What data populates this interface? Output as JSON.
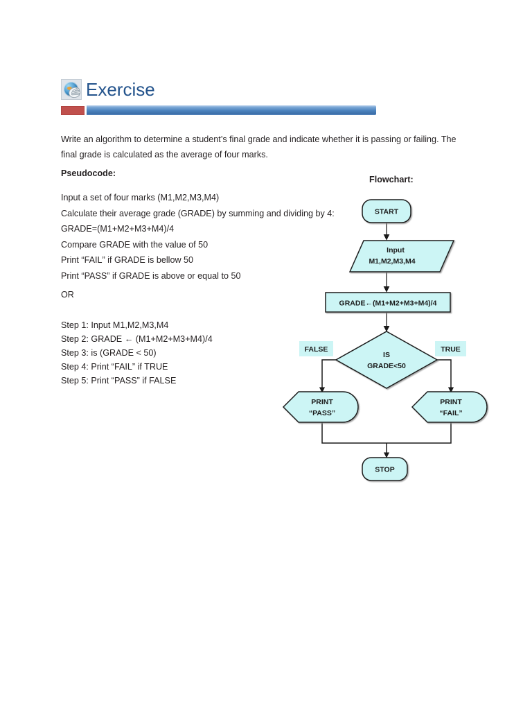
{
  "header": {
    "icon": "globe-hand-icon",
    "title": "Exercise",
    "accent_red": "#C0504D",
    "accent_blue": "#4F81BD",
    "title_color": "#23538C"
  },
  "intro": {
    "paragraph": "Write an algorithm to determine a student’s final grade and indicate whether it is passing or failing. The final grade is calculated as the average of four marks."
  },
  "pseudocode": {
    "label": "Pseudocode:",
    "lines": [
      "Input a set of four marks (M1,M2,M3,M4)",
      "Calculate their average grade (GRADE) by summing and dividing by 4:",
      "GRADE=(M1+M2+M3+M4)/4",
      "Compare GRADE with the value of 50",
      "Print “FAIL” if GRADE is bellow 50",
      "Print “PASS” if GRADE is above or equal to 50"
    ]
  },
  "alternative": {
    "or_label": "OR",
    "steps": [
      "Step 1:  Input M1,M2,M3,M4",
      "Step 2:  GRADE ← (M1+M2+M3+M4)/4",
      "Step 3:  is (GRADE < 50)",
      "Step 4:  Print “FAIL” if TRUE",
      "Step 5:  Print “PASS” if FALSE"
    ]
  },
  "flowchart": {
    "label": "Flowchart:",
    "fill_color": "#CCF5F5",
    "stroke_color": "#1A1A1A",
    "nodes": {
      "start": {
        "type": "terminator",
        "text": "START"
      },
      "input": {
        "type": "parallelogram",
        "line1": "Input",
        "line2": "M1,M2,M3,M4"
      },
      "process": {
        "type": "process",
        "text": "GRADE←(M1+M2+M3+M4)/4"
      },
      "decision": {
        "type": "decision",
        "line1": "IS",
        "line2": "GRADE<50"
      },
      "print_pass": {
        "type": "display",
        "line1": "PRINT",
        "line2": "“PASS”"
      },
      "print_fail": {
        "type": "display",
        "line1": "PRINT",
        "line2": "“FAIL”"
      },
      "stop": {
        "type": "terminator",
        "text": "STOP"
      }
    },
    "edge_labels": {
      "false": "FALSE",
      "true": "TRUE"
    }
  }
}
